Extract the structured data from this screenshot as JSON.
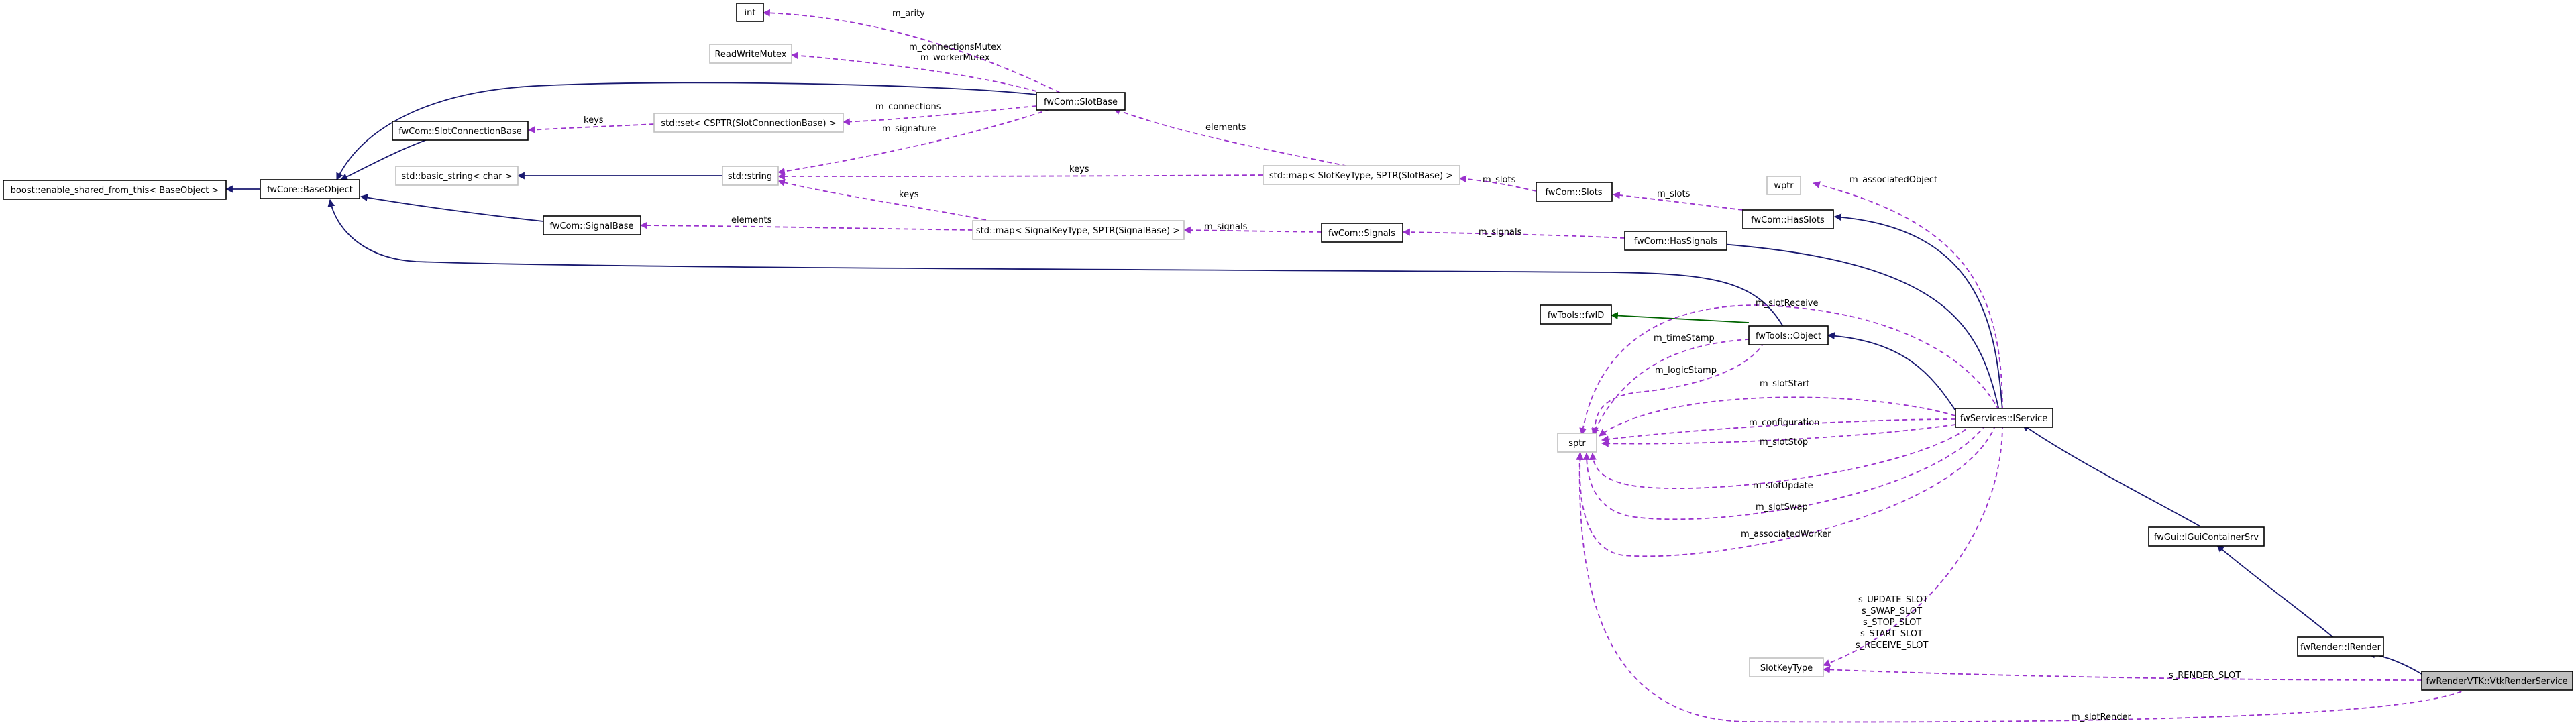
{
  "nodes": {
    "int": "int",
    "rwmutex": "ReadWriteMutex",
    "slotbase": "fwCom::SlotBase",
    "slotconn": "fwCom::SlotConnectionBase",
    "setcsptr": "std::set< CSPTR(SlotConnectionBase) >",
    "enableshared": "boost::enable_shared_from_this< BaseObject >",
    "baseobject": "fwCore::BaseObject",
    "basicstring": "std::basic_string< char >",
    "stdstring": "std::string",
    "mapslot": "std::map< SlotKeyType, SPTR(SlotBase) >",
    "slots": "fwCom::Slots",
    "wptr": "wptr",
    "hasslots": "fwCom::HasSlots",
    "signalbase": "fwCom::SignalBase",
    "mapsignal": "std::map< SignalKeyType, SPTR(SignalBase) >",
    "signals": "fwCom::Signals",
    "hassignals": "fwCom::HasSignals",
    "fwid": "fwTools::fwID",
    "object": "fwTools::Object",
    "sptr": "sptr",
    "iservice": "fwServices::IService",
    "iguicontainer": "fwGui::IGuiContainerSrv",
    "irender": "fwRender::IRender",
    "slotkeytype": "SlotKeyType",
    "vtkrender": "fwRenderVTK::VtkRenderService"
  },
  "edge_labels": {
    "m_arity": "m_arity",
    "m_mutex_1": "m_connectionsMutex",
    "m_mutex_2": "m_workerMutex",
    "m_connections": "m_connections",
    "m_signature": "m_signature",
    "keys_set": "keys",
    "elements_slots": "elements",
    "keys_mapslot": "keys",
    "keys_mapsignal": "keys",
    "m_slots": "m_slots",
    "m_slots_2": "m_slots",
    "m_associatedObject": "m_associatedObject",
    "elements_signals": "elements",
    "m_signals": "m_signals",
    "m_signals_2": "m_signals",
    "m_slotReceive": "m_slotReceive",
    "m_timeStamp": "m_timeStamp",
    "m_logicStamp": "m_logicStamp",
    "m_slotStart": "m_slotStart",
    "m_configuration": "m_configuration",
    "m_slotStop": "m_slotStop",
    "m_slotUpdate": "m_slotUpdate",
    "m_slotSwap": "m_slotSwap",
    "m_associatedWorker": "m_associatedWorker",
    "s_slots_1": "s_UPDATE_SLOT",
    "s_slots_2": "s_SWAP_SLOT",
    "s_slots_3": "s_STOP_SLOT",
    "s_slots_4": "s_START_SLOT",
    "s_slots_5": "s_RECEIVE_SLOT",
    "s_render_slot": "s_RENDER_SLOT",
    "m_slotRender": "m_slotRender"
  },
  "colors": {
    "inheritance": "#191970",
    "inheritance_green": "#006400",
    "usage": "#9a32cd",
    "focus_fill": "#bfbfbf",
    "external_border": "#bfbfbf"
  }
}
